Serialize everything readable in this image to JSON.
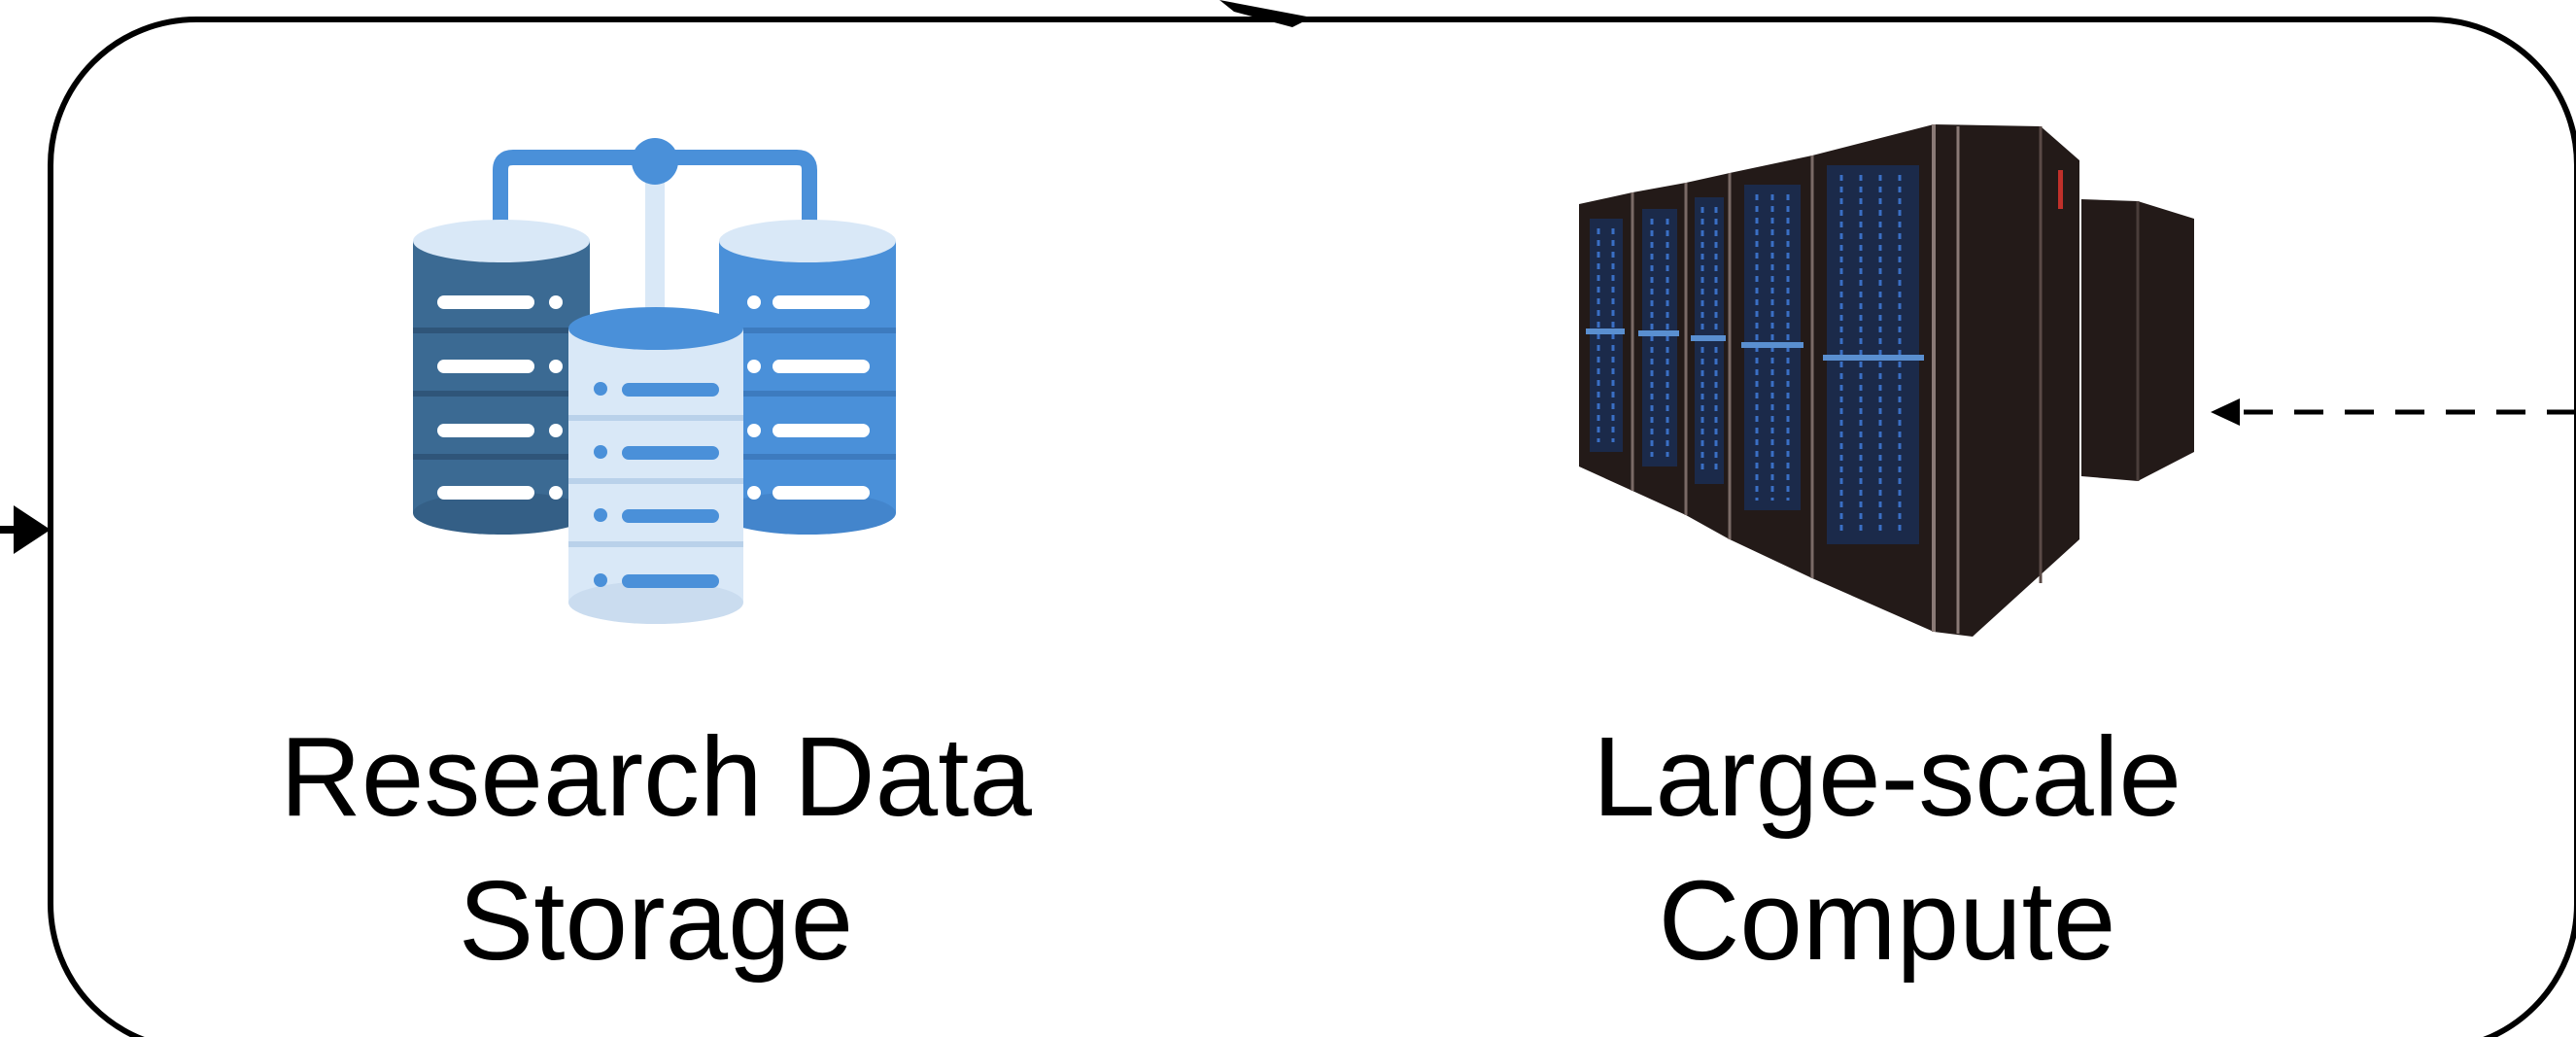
{
  "nodes": {
    "storage": {
      "line1": "Research Data",
      "line2": "Storage",
      "icon": "database-cluster-icon"
    },
    "compute": {
      "line1": "Large-scale",
      "line2": "Compute",
      "icon": "supercomputer-icon"
    }
  },
  "colors": {
    "frame": "#000000",
    "db_dark": "#3b6a93",
    "db_blue": "#4a90d9",
    "db_light": "#d9e8f7",
    "db_pipe": "#4a90d9",
    "rack_body": "#231a18",
    "rack_led": "#3a6fc4"
  },
  "connectors": [
    {
      "name": "arrow-top",
      "style": "solid"
    },
    {
      "name": "arrow-left",
      "style": "solid"
    },
    {
      "name": "arrow-right-dashed",
      "style": "dashed"
    }
  ]
}
